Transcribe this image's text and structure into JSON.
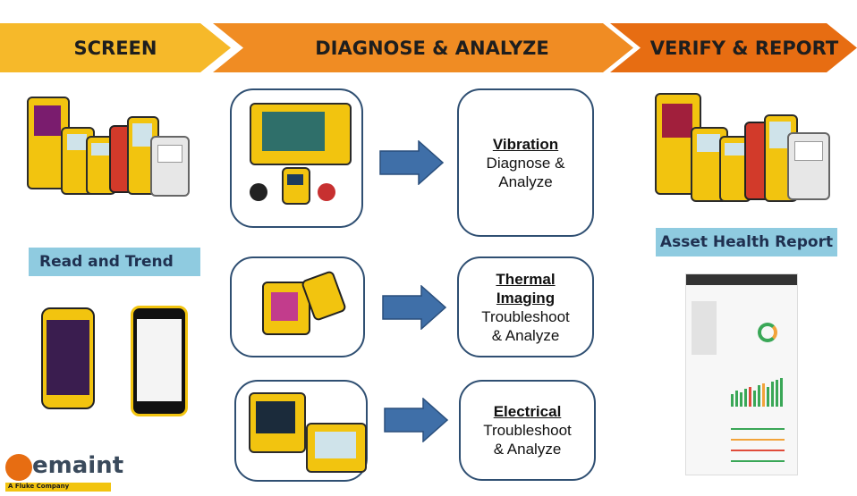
{
  "steps": [
    {
      "label": "SCREEN"
    },
    {
      "label": "DIAGNOSE & ANALYZE"
    },
    {
      "label": "VERIFY & REPORT"
    }
  ],
  "read_trend": "Read and Trend",
  "asset_health": "Asset Health Report",
  "cards": [
    {
      "title": "Vibration",
      "line1": "Diagnose &",
      "line2": "Analyze"
    },
    {
      "title": "Thermal",
      "title2": "Imaging",
      "line1": "Troubleshoot",
      "line2": "& Analyze"
    },
    {
      "title": "Electrical",
      "line1": "Troubleshoot",
      "line2": "& Analyze"
    }
  ],
  "logo": {
    "name": "emaint",
    "tagline": "A Fluke Company"
  },
  "colors": {
    "screen": "#f6b92a",
    "diagnose": "#f08c23",
    "verify": "#e76d12",
    "box_border": "#2f4f72",
    "arrow": "#3f6fa8",
    "label_bg": "#8fcbe0"
  }
}
